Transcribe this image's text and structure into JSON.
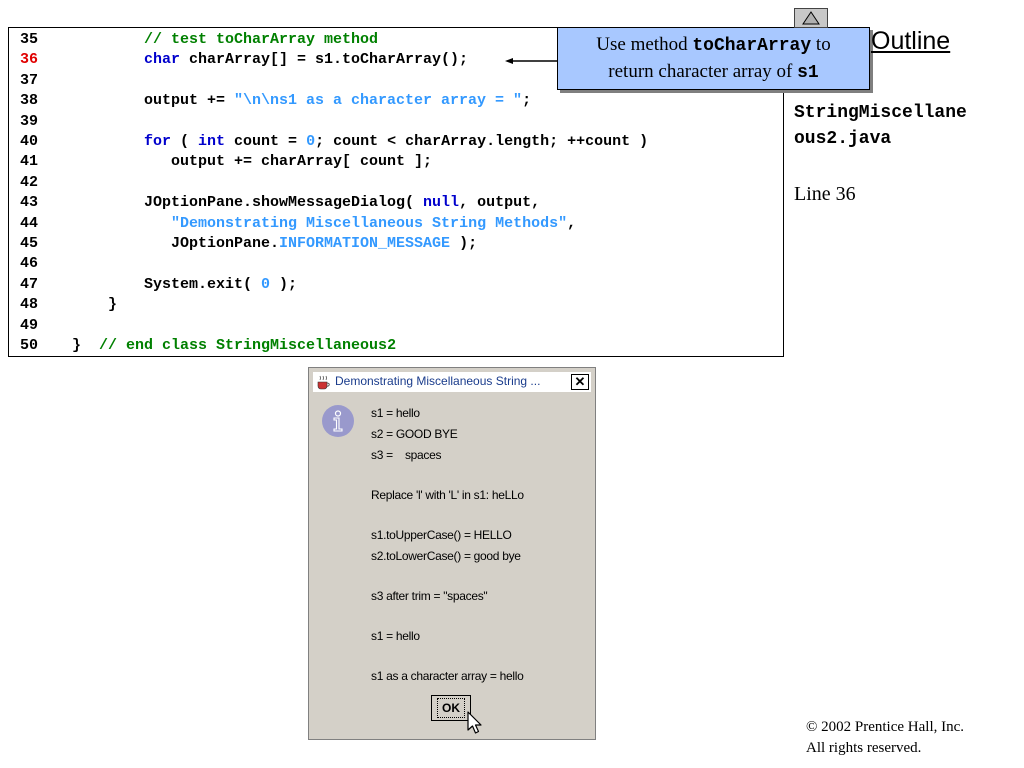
{
  "code": {
    "lines": [
      {
        "num": "35",
        "tokens": [
          {
            "t": "// test toCharArray method",
            "c": "cm"
          }
        ]
      },
      {
        "num": "36",
        "tokens": [
          {
            "t": "char",
            "c": "kw"
          },
          {
            "t": " charArray[] = s1.toCharArray();",
            "c": ""
          }
        ]
      },
      {
        "num": "37",
        "tokens": []
      },
      {
        "num": "38",
        "tokens": [
          {
            "t": "output += ",
            "c": ""
          },
          {
            "t": "\"\\n\\ns1 as a character array = \"",
            "c": "st"
          },
          {
            "t": ";",
            "c": ""
          }
        ]
      },
      {
        "num": "39",
        "tokens": []
      },
      {
        "num": "40",
        "tokens": [
          {
            "t": "for",
            "c": "kw"
          },
          {
            "t": " ( ",
            "c": ""
          },
          {
            "t": "int",
            "c": "kw"
          },
          {
            "t": " count = ",
            "c": ""
          },
          {
            "t": "0",
            "c": "st"
          },
          {
            "t": "; count < charArray.length; ++count )",
            "c": ""
          }
        ]
      },
      {
        "num": "41",
        "tokens": [
          {
            "t": "   output += charArray[ count ];",
            "c": ""
          }
        ]
      },
      {
        "num": "42",
        "tokens": []
      },
      {
        "num": "43",
        "tokens": [
          {
            "t": "JOptionPane.showMessageDialog( ",
            "c": ""
          },
          {
            "t": "null",
            "c": "kw"
          },
          {
            "t": ", output,",
            "c": ""
          }
        ]
      },
      {
        "num": "44",
        "tokens": [
          {
            "t": "   ",
            "c": ""
          },
          {
            "t": "\"Demonstrating Miscellaneous String Methods\"",
            "c": "st"
          },
          {
            "t": ",",
            "c": ""
          }
        ]
      },
      {
        "num": "45",
        "tokens": [
          {
            "t": "   JOptionPane.",
            "c": ""
          },
          {
            "t": "INFORMATION_MESSAGE",
            "c": "st"
          },
          {
            "t": " );",
            "c": ""
          }
        ]
      },
      {
        "num": "46",
        "tokens": []
      },
      {
        "num": "47",
        "tokens": [
          {
            "t": "System.exit( ",
            "c": ""
          },
          {
            "t": "0",
            "c": "st"
          },
          {
            "t": " );",
            "c": ""
          }
        ]
      },
      {
        "num": "48",
        "tokens": [
          {
            "t": "}",
            "c": ""
          }
        ]
      },
      {
        "num": "49",
        "tokens": []
      },
      {
        "num": "50",
        "tokens": [
          {
            "t": "}  ",
            "c": ""
          },
          {
            "t": "// end class StringMiscellaneous2",
            "c": "cm"
          }
        ]
      }
    ],
    "indent": [
      8,
      8,
      0,
      8,
      0,
      8,
      8,
      0,
      8,
      8,
      8,
      0,
      8,
      4,
      0,
      0
    ],
    "highlight_line": "36"
  },
  "callout": {
    "text_1": "Use method ",
    "method": "toCharArray",
    "text_2": " to",
    "text_3": "return character array of ",
    "var": "s1"
  },
  "outline": {
    "label": "Outline",
    "filename_1": "StringMiscellane",
    "filename_2": "ous2.java",
    "line_ref": "Line 36"
  },
  "dialog": {
    "title": "Demonstrating Miscellaneous String ...",
    "close_label": "✕",
    "messages": [
      "s1 = hello",
      "s2 = GOOD BYE",
      "s3 =    spaces",
      "",
      "Replace 'l' with 'L' in s1: heLLo",
      "",
      "s1.toUpperCase() = HELLO",
      "s2.toLowerCase() = good bye",
      "",
      "s3 after trim = \"spaces\"",
      "",
      "s1 = hello",
      "",
      "s1 as a character array = hello"
    ],
    "ok_label": "OK"
  },
  "footer": {
    "copyright_1": "© 2002 Prentice Hall, Inc.",
    "copyright_2": "All rights reserved."
  },
  "colors": {
    "comment": "#008000",
    "keyword": "#0000cc",
    "literal": "#3399ff",
    "line_highlight": "#e00000",
    "callout_bg": "#a8c8ff",
    "dialog_bg": "#d4d0c8"
  },
  "icons": {
    "nav_up": "triangle-up-icon",
    "dialog_title": "java-cup-icon",
    "message_type": "information-icon",
    "pointer": "mouse-pointer-icon"
  }
}
